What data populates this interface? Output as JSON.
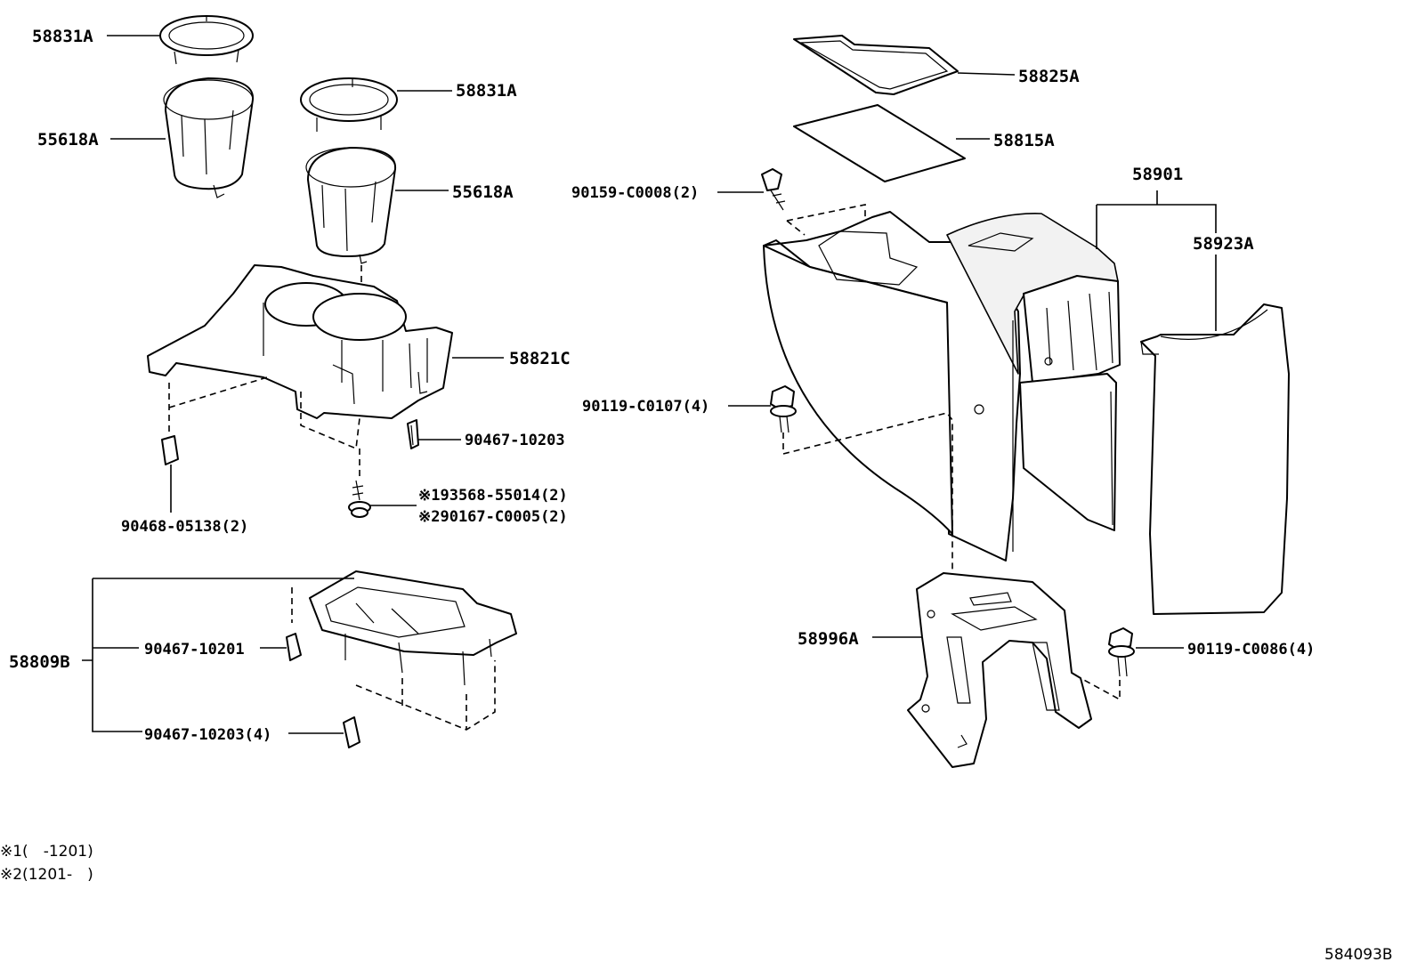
{
  "callouts": {
    "p58831A_left": "58831A",
    "p55618A_left": "55618A",
    "p58831A_right": "58831A",
    "p55618A_right": "55618A",
    "p58821C": "58821C",
    "p90467_10203": "90467-10203",
    "p193568": "※193568-55014(2)",
    "p290167": "※290167-C0005(2)",
    "p90468": "90468-05138(2)",
    "p58809B": "58809B",
    "p90467_10201": "90467-10201",
    "p90467_10203_4": "90467-10203(4)",
    "p58825A": "58825A",
    "p58815A": "58815A",
    "p90159": "90159-C0008(2)",
    "p58901": "58901",
    "p58923A": "58923A",
    "p90119_C0107": "90119-C0107(4)",
    "p58996A": "58996A",
    "p90119_C0086": "90119-C0086(4)"
  },
  "notes": {
    "note1": "※1(　-1201)",
    "note2": "※2(1201-　)"
  },
  "diagram_ref": "584093B"
}
